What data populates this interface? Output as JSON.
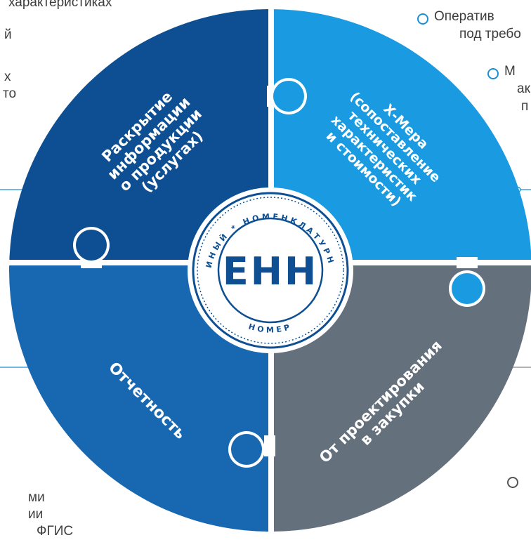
{
  "logo_text": "ЕНН",
  "seal_text": "ЕДИНЫЙ * НОМЕНКЛАТУРНЫЙ * НОМЕР",
  "segments": [
    {
      "id": "top-left",
      "lines": [
        "Раскрытие",
        "информации",
        "о продукции",
        "(услугах)"
      ],
      "color": "#0d4f92"
    },
    {
      "id": "top-right",
      "lines": [
        "Х-Мера",
        "(сопоставление",
        "технических",
        "характеристик",
        "и стоимости)"
      ],
      "color": "#1a9ae0"
    },
    {
      "id": "bottom-left",
      "lines": [
        "Отчетность"
      ],
      "color": "#1867b1"
    },
    {
      "id": "bottom-right",
      "lines": [
        "От проектирования",
        "в закупки"
      ],
      "color": "#64707c"
    }
  ],
  "side_text": {
    "top_left_1": "характеристиках",
    "top_left_2": "й",
    "top_left_3": "х",
    "top_left_4": "то",
    "top_right_1": "Оператив",
    "top_right_2": "под требо",
    "top_right_3": "М",
    "top_right_4": "ак",
    "top_right_5": "п",
    "bottom_left_1": "ми",
    "bottom_left_2": "ии",
    "bottom_left_3": "ФГИС"
  }
}
